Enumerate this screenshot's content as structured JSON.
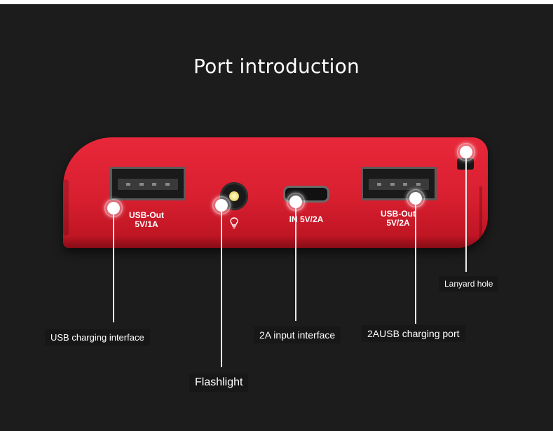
{
  "title": "Port introduction",
  "device": {
    "usb_left": {
      "label_line1": "USB-Out",
      "label_line2": "5V/1A"
    },
    "input": {
      "label": "IN  5V/2A"
    },
    "usb_right": {
      "label_line1": "USB-Out",
      "label_line2": "5V/2A"
    },
    "accent_color": "#d81f30"
  },
  "callouts": {
    "usb_charging_interface": "USB charging interface",
    "flashlight": "Flashlight",
    "input_interface": "2A input interface",
    "usb_charging_port": "2AUSB charging port",
    "lanyard_hole": "Lanyard hole"
  },
  "icons": [
    "flashlight-bulb-icon"
  ]
}
